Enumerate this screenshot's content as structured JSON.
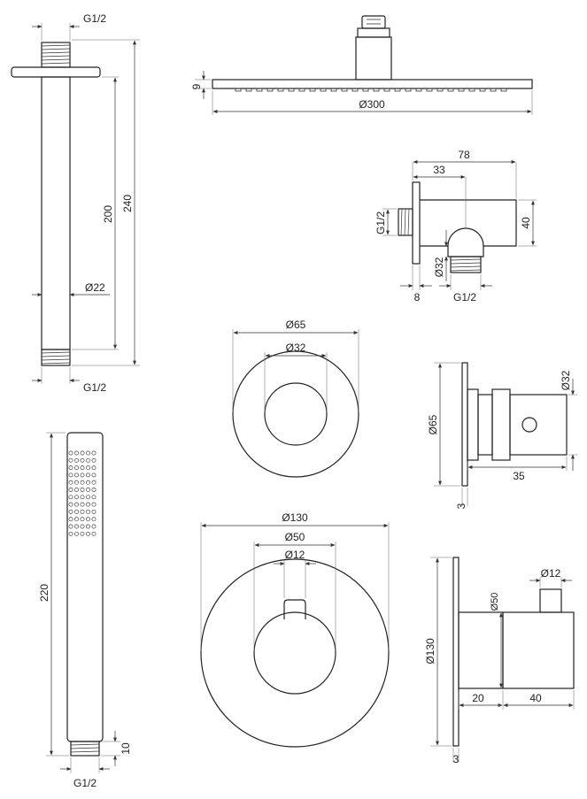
{
  "arm": {
    "thread_top": "G1/2",
    "diameter": "Ø22",
    "length_inner": "200",
    "length_total": "240",
    "thread_bottom": "G1/2"
  },
  "rain_head": {
    "thickness": "9",
    "diameter": "Ø300"
  },
  "elbow": {
    "depth_total": "78",
    "depth_inner": "33",
    "thread_in": "G1/2",
    "height": "40",
    "outlet_diameter": "Ø32",
    "plate_thickness": "8",
    "thread_out": "G1/2"
  },
  "diverter_front": {
    "outer": "Ø65",
    "inner": "Ø32"
  },
  "diverter_side": {
    "plate": "Ø65",
    "body": "Ø32",
    "depth": "35",
    "plate_thickness": "3"
  },
  "hand_shower": {
    "length": "220",
    "thread_length": "10",
    "thread": "G1/2"
  },
  "thermostat_front": {
    "plate": "Ø130",
    "knob": "Ø50",
    "stem": "Ø12"
  },
  "thermostat_side": {
    "plate": "Ø130",
    "knob": "Ø50",
    "stem": "Ø12",
    "body_depth": "20",
    "knob_depth": "40",
    "plate_thickness": "3"
  }
}
